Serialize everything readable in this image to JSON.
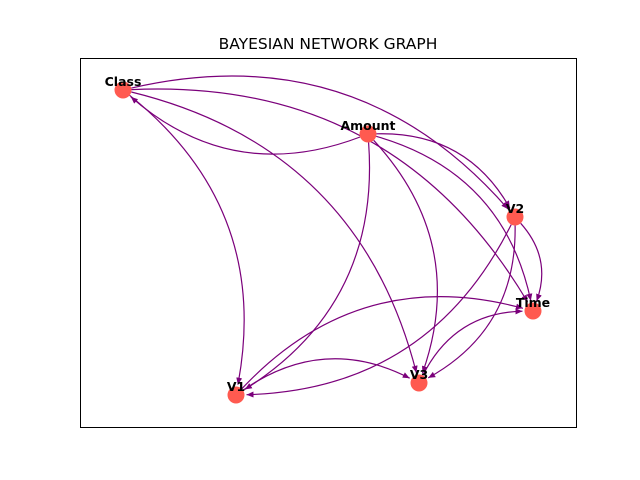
{
  "title": "BAYESIAN NETWORK GRAPH",
  "colors": {
    "node": "#ff5a50",
    "edge": "#7b007b",
    "frame": "#000000",
    "background": "#ffffff"
  },
  "nodes": [
    {
      "id": "Class",
      "label": "Class"
    },
    {
      "id": "Amount",
      "label": "Amount"
    },
    {
      "id": "V2",
      "label": "V2"
    },
    {
      "id": "Time",
      "label": "Time"
    },
    {
      "id": "V1",
      "label": "V1"
    },
    {
      "id": "V3",
      "label": "V3"
    }
  ],
  "edges": [
    {
      "from": "Amount",
      "to": "Class"
    },
    {
      "from": "Class",
      "to": "V2"
    },
    {
      "from": "Class",
      "to": "Time"
    },
    {
      "from": "Class",
      "to": "V1"
    },
    {
      "from": "Class",
      "to": "V3"
    },
    {
      "from": "Amount",
      "to": "V2"
    },
    {
      "from": "Amount",
      "to": "Time"
    },
    {
      "from": "Amount",
      "to": "V1"
    },
    {
      "from": "Amount",
      "to": "V3"
    },
    {
      "from": "V2",
      "to": "Time"
    },
    {
      "from": "V2",
      "to": "V3"
    },
    {
      "from": "V2",
      "to": "V1"
    },
    {
      "from": "V1",
      "to": "V3"
    },
    {
      "from": "V1",
      "to": "Time"
    },
    {
      "from": "V3",
      "to": "Time"
    }
  ]
}
